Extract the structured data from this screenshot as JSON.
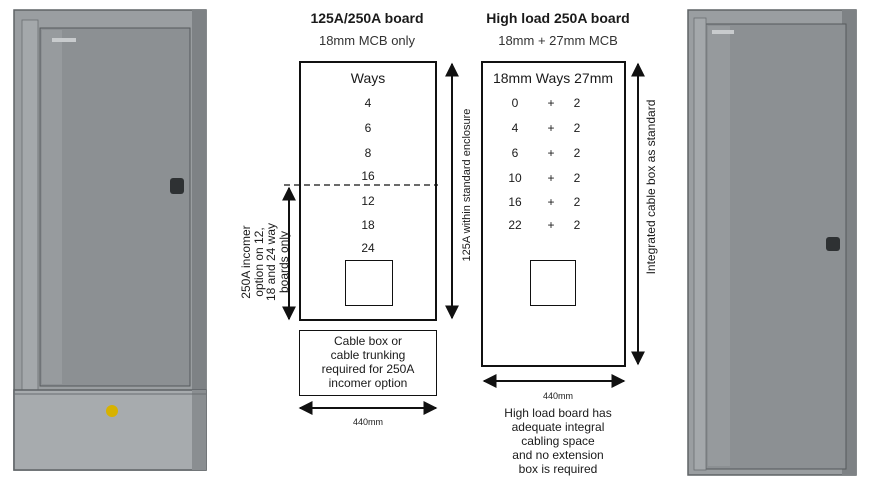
{
  "left_board": {
    "title": "125A/250A board",
    "subtitle": "18mm MCB only",
    "ways_header": "Ways",
    "ways": [
      "4",
      "6",
      "8",
      "16",
      "12",
      "18",
      "24"
    ],
    "side_note_right": "125A within standard enclosure",
    "side_note_left": [
      "250A incomer",
      "option on 12,",
      "18 and 24 way",
      "boards only"
    ],
    "cable_box_note": [
      "Cable box or",
      "cable trunking",
      "required for 250A",
      "incomer option"
    ],
    "width_label": "440mm"
  },
  "right_board": {
    "title": "High load 250A board",
    "subtitle": "18mm + 27mm MCB",
    "ways_header": "18mm Ways 27mm",
    "rows": [
      {
        "a": "0",
        "op": "+",
        "b": "2"
      },
      {
        "a": "4",
        "op": "+",
        "b": "2"
      },
      {
        "a": "6",
        "op": "+",
        "b": "2"
      },
      {
        "a": "10",
        "op": "+",
        "b": "2"
      },
      {
        "a": "16",
        "op": "+",
        "b": "2"
      },
      {
        "a": "22",
        "op": "+",
        "b": "2"
      }
    ],
    "side_note": "Integrated cable box as standard",
    "width_label": "440mm",
    "footnote": [
      "High load board has",
      "adequate integral",
      "cabling space",
      "and no extension",
      "box is required"
    ]
  },
  "colors": {
    "cabinet": "#8d9194",
    "cabinet_dark": "#6f7376",
    "lock_accent": "#d7b200"
  }
}
